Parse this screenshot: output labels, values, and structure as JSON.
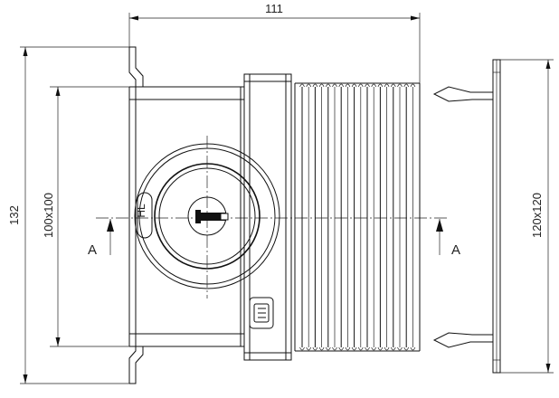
{
  "dimensions": {
    "top_width": "111",
    "left_height": "132",
    "inner_height": "100x100",
    "right_height": "120x120"
  },
  "section_marks": {
    "left": "A",
    "right": "A"
  },
  "label_marks": {
    "vertical_label": "HL"
  },
  "colors": {
    "line": "#111111",
    "background": "#ffffff"
  }
}
